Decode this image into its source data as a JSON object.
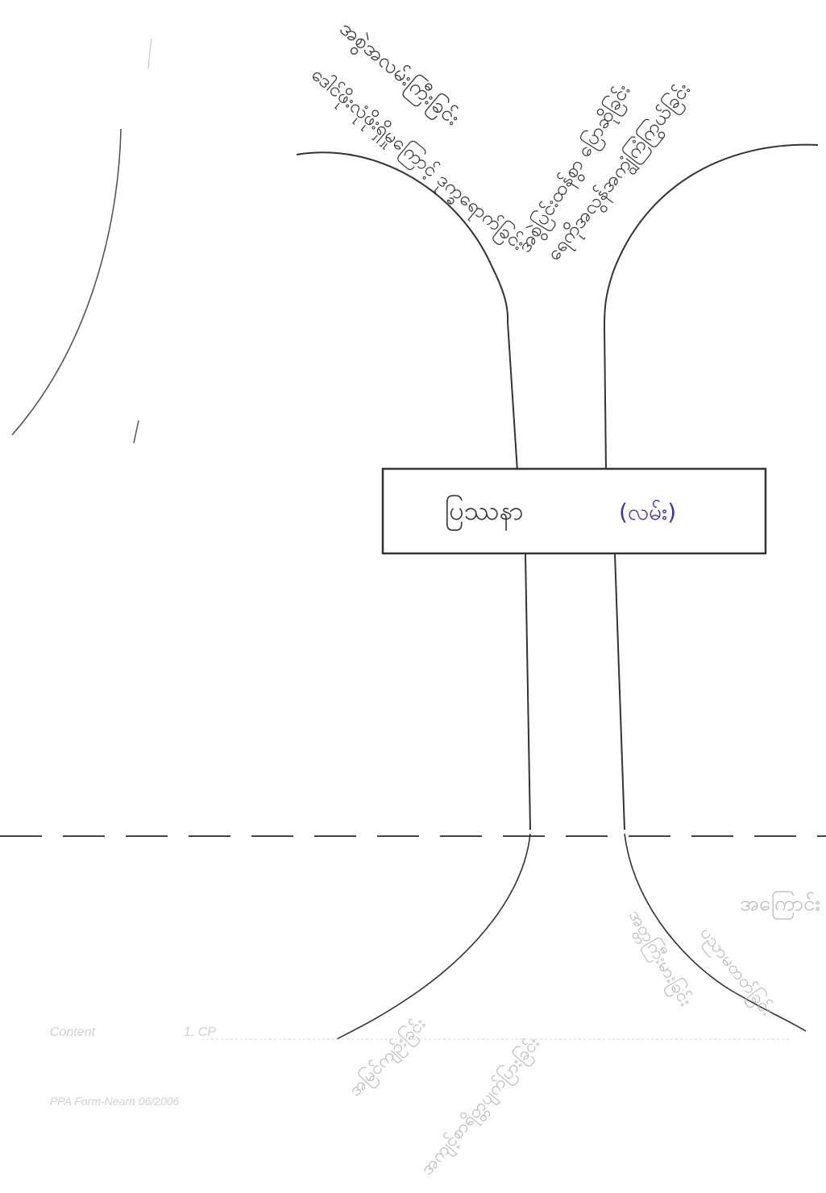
{
  "diagram": {
    "center_label": "ပြဿနာ",
    "center_label_note": "(လမ်း)",
    "branches": [
      "အစွဲအလမ်းကြီးခြင်း",
      "ဒေါင်ဖိုးလုံဖိုးရှိမှုကြောင့် ဒုက္ခရောက်ခြင်း",
      "ရေကိုအလွန်အကျွံကြံကြွယ်ခြင်း",
      "အစွဲပြင်းထန်စွာ ပြောဆိုခြင်း"
    ],
    "roots": [
      "အမြင်ကျဉ်းခြင်း",
      "အကျင့်စာရိတ္တပျက်ပြားခြင်း",
      "အတ္တကြီးမားခြင်း",
      "ပညာမတတ်ခြင်း"
    ],
    "side_note": "အကြောင်း"
  },
  "form": {
    "content_label": "Content",
    "content_value": "1. CP",
    "footer": "PPA Form-Nearn 06/2006"
  }
}
